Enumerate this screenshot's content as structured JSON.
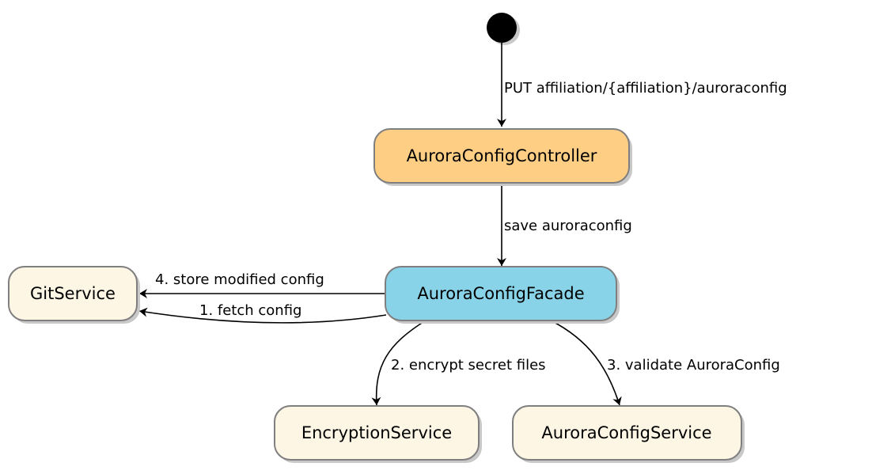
{
  "diagram": {
    "nodes": {
      "controller": {
        "label": "AuroraConfigController",
        "fill": "#FFCE85"
      },
      "facade": {
        "label": "AuroraConfigFacade",
        "fill": "#89D3E8"
      },
      "git": {
        "label": "GitService",
        "fill": "#FDF6E4"
      },
      "encryption": {
        "label": "EncryptionService",
        "fill": "#FDF6E4"
      },
      "configservice": {
        "label": "AuroraConfigService",
        "fill": "#FDF6E4"
      }
    },
    "edges": {
      "put": {
        "label": "PUT affiliation/{affiliation}/auroraconfig"
      },
      "save": {
        "label": "save auroraconfig"
      },
      "store": {
        "label": "4. store modified config"
      },
      "fetch": {
        "label": "1. fetch config"
      },
      "encrypt": {
        "label": "2. encrypt secret files"
      },
      "validate": {
        "label": "3. validate AuroraConfig"
      }
    },
    "colors": {
      "border": "#7F7F7F",
      "shadow": "#C8C8C8",
      "line": "#000000",
      "start": "#000000"
    }
  }
}
